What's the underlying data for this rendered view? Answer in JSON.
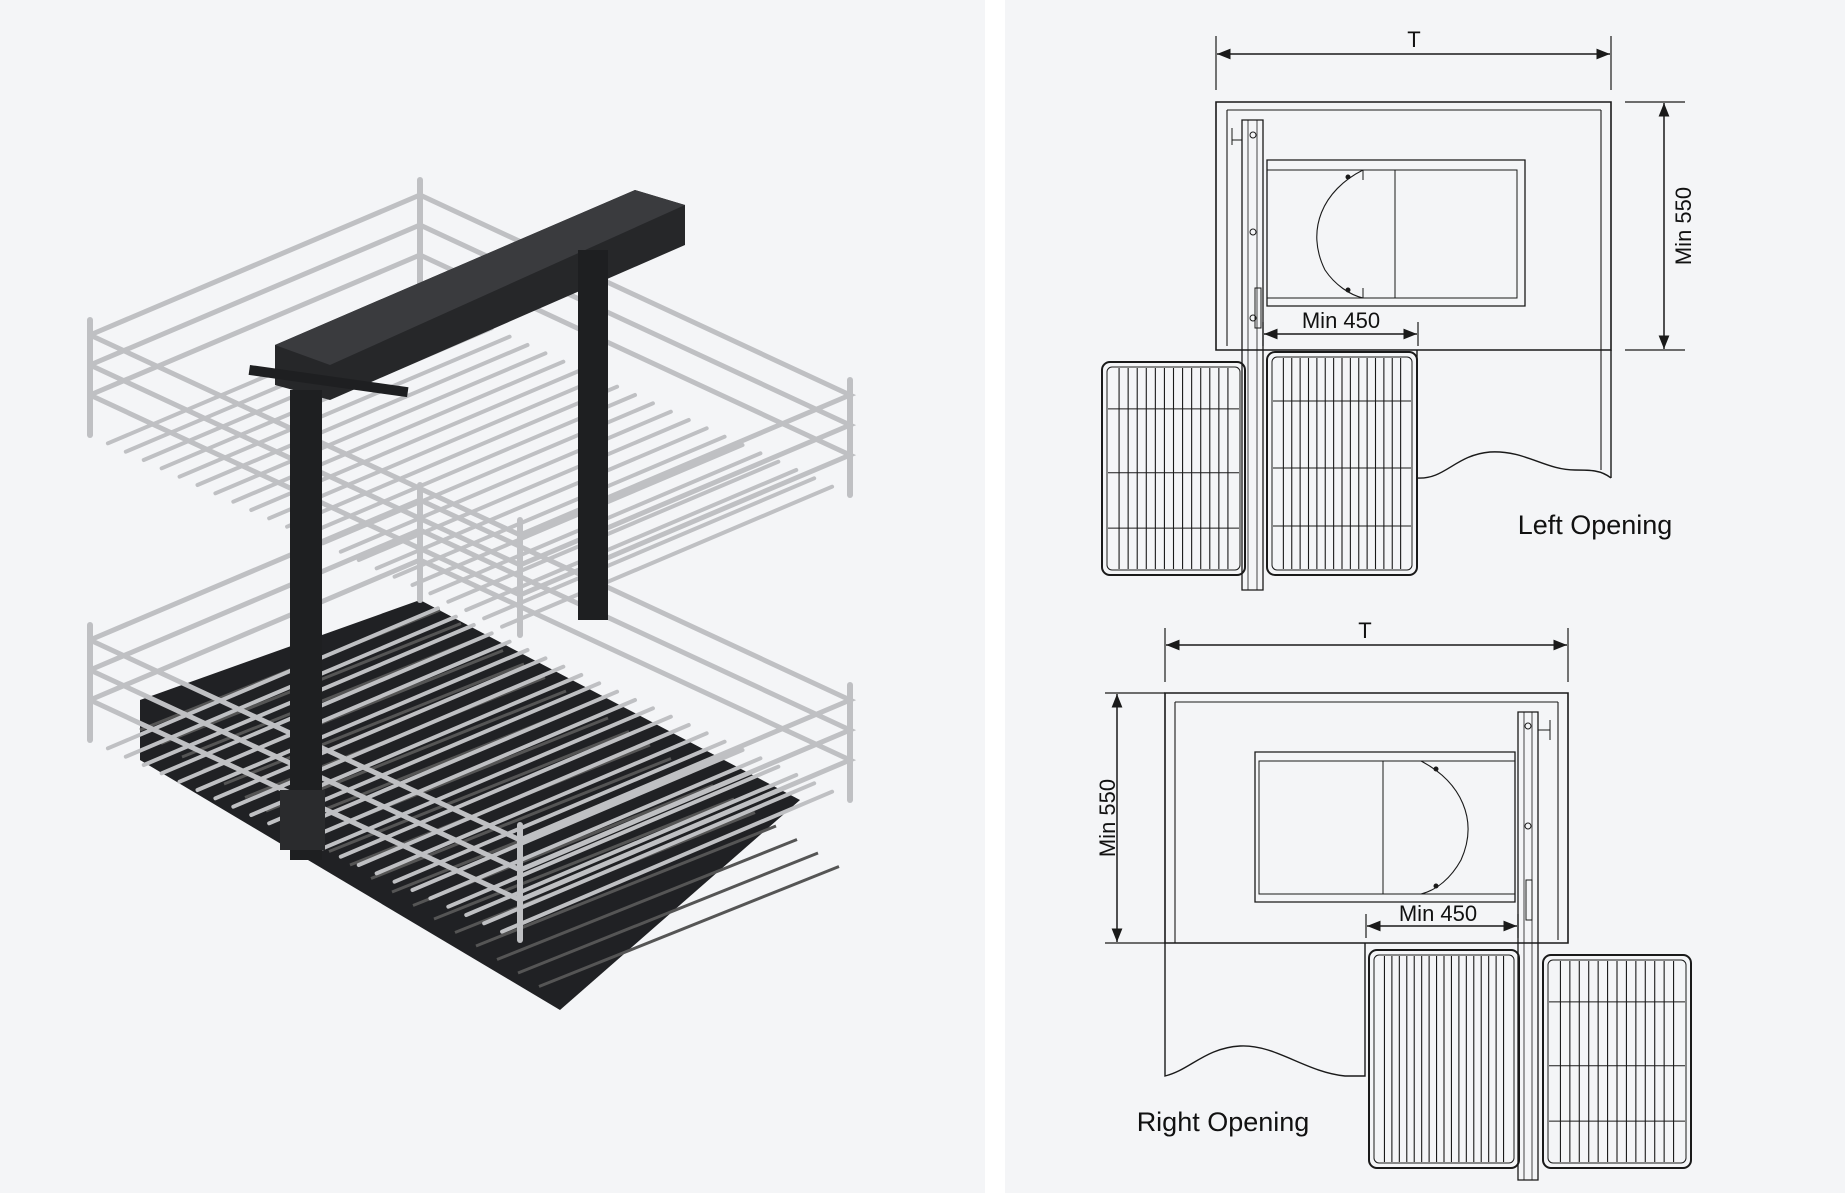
{
  "product_photo": {
    "description_icon": "corner-wire-basket-icon"
  },
  "diagrams": [
    {
      "caption": "Left Opening",
      "width_label": "T",
      "depth_label": "Min 550",
      "opening_label": "Min 450"
    },
    {
      "caption": "Right Opening",
      "width_label": "T",
      "depth_label": "Min 550",
      "opening_label": "Min 450"
    }
  ],
  "colors": {
    "background": "#f4f5f7",
    "line": "#1a1a1a",
    "frame": "#2a2a2a",
    "wire": "#c8c8ca"
  }
}
